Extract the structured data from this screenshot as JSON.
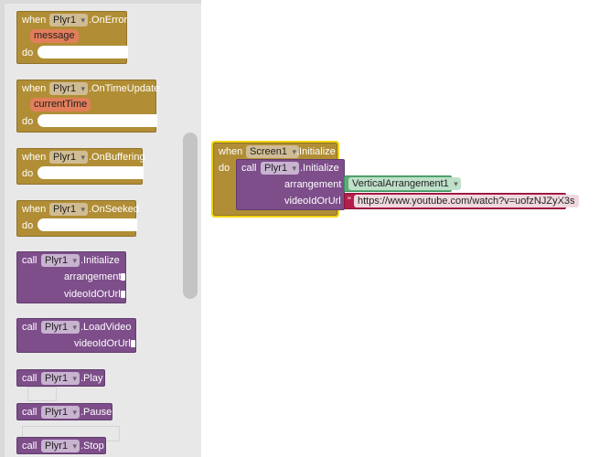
{
  "flyout": {
    "on_error": {
      "when": "when",
      "component": "Plyr1",
      "event": ".OnError",
      "param": "message",
      "do": "do"
    },
    "on_time_update": {
      "when": "when",
      "component": "Plyr1",
      "event": ".OnTimeUpdate",
      "param": "currentTime",
      "do": "do"
    },
    "on_buffering": {
      "when": "when",
      "component": "Plyr1",
      "event": ".OnBuffering",
      "do": "do"
    },
    "on_seeked": {
      "when": "when",
      "component": "Plyr1",
      "event": ".OnSeeked",
      "do": "do"
    },
    "initialize": {
      "call": "call",
      "component": "Plyr1",
      "method": ".Initialize",
      "arg1": "arrangement",
      "arg2": "videoIdOrUrl"
    },
    "load_video": {
      "call": "call",
      "component": "Plyr1",
      "method": ".LoadVideo",
      "arg1": "videoIdOrUrl"
    },
    "play": {
      "call": "call",
      "component": "Plyr1",
      "method": ".Play"
    },
    "pause": {
      "call": "call",
      "component": "Plyr1",
      "method": ".Pause"
    },
    "stop": {
      "call": "call",
      "component": "Plyr1",
      "method": ".Stop"
    }
  },
  "workspace": {
    "screen_init": {
      "when": "when",
      "component": "Screen1",
      "event": ".Initialize",
      "do": "do"
    },
    "call_init": {
      "call": "call",
      "component": "Plyr1",
      "method": ".Initialize",
      "arg1": "arrangement",
      "arg2": "videoIdOrUrl",
      "arrangement_value": "VerticalArrangement1",
      "url_value": "https://www.youtube.com/watch?v=uofzNJZyX3s"
    }
  },
  "colors": {
    "event_block": "#b18e35",
    "procedure_block": "#7d4e8a",
    "component_block": "#5cad7a",
    "text_block": "#b31e4a"
  }
}
